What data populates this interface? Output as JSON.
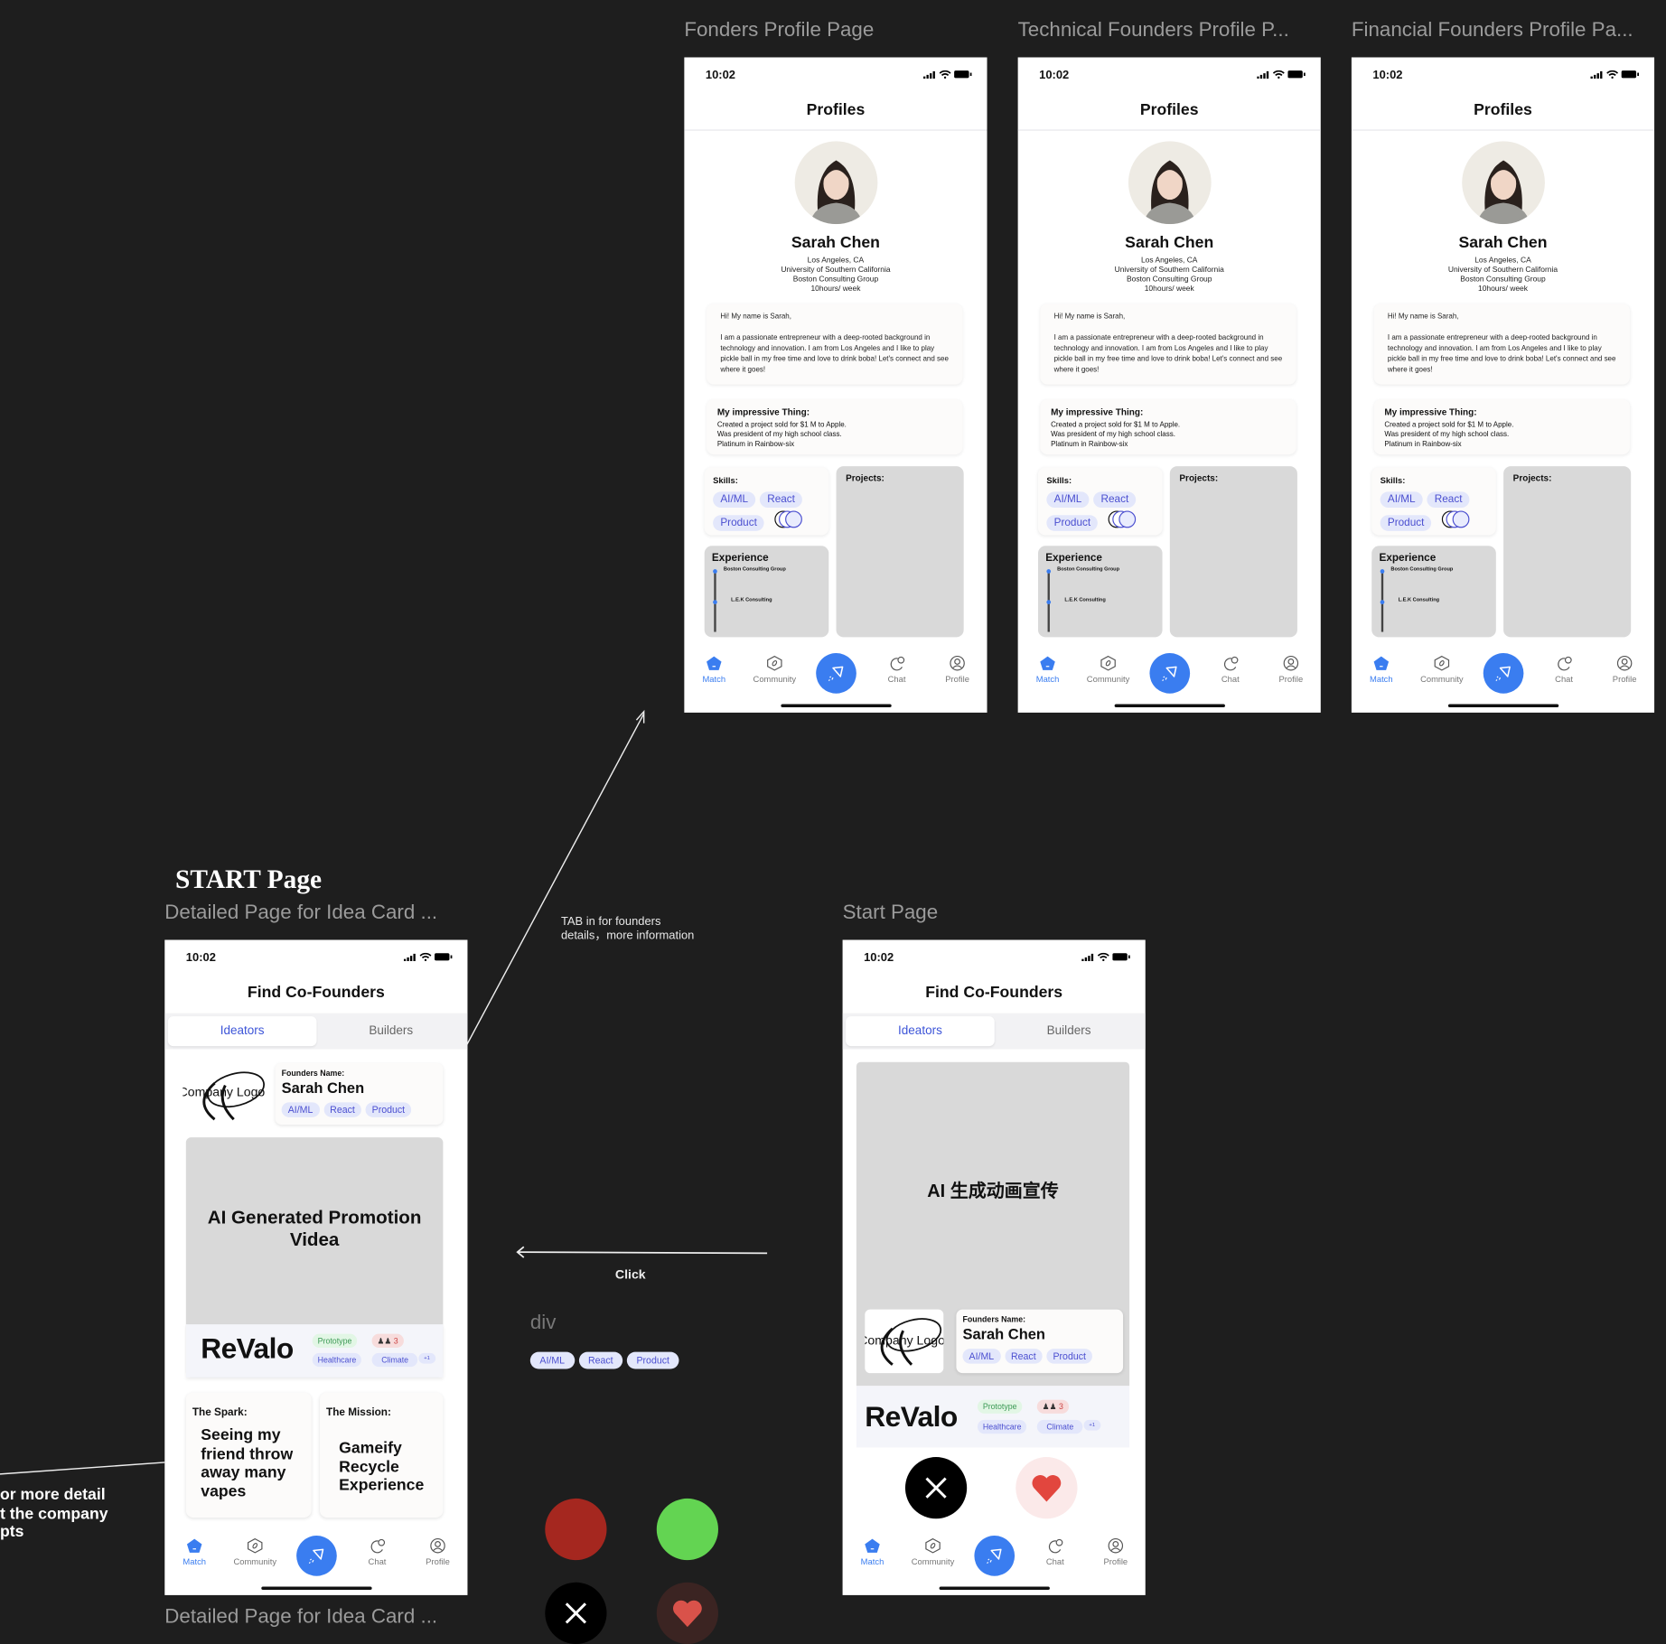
{
  "profile_frames": [
    {
      "frame_title": "Fonders Profile Page"
    },
    {
      "frame_title": "Technical  Founders Profile P..."
    },
    {
      "frame_title": "Financial Founders Profile Pa..."
    }
  ],
  "profile": {
    "time": "10:02",
    "title": "Profiles",
    "name": "Sarah Chen",
    "location": "Los Angeles, CA",
    "school": "University of Southern California",
    "company": "Boston Consulting Group",
    "hours": "10hours/ week",
    "bio_greeting": "Hi! My name is Sarah,",
    "bio_body": "I am a passionate entrepreneur with a deep-rooted background in technology and innovation. I am from Los Angeles and I like to play pickle ball in my free time and love to drink boba! Let's connect and see where it goes!",
    "impressive_title": "My impressive Thing:",
    "impressive_lines": [
      "Created a project sold for $1 M to Apple.",
      "Was president of my high school class.",
      "Platinum in Rainbow-six"
    ],
    "skills_title": "Skills:",
    "skills": [
      "AI/ML",
      "React",
      "Product"
    ],
    "projects_title": "Projects:",
    "experience_title": "Experience",
    "experience": [
      "Boston Consulting Group",
      "L.E.K Consulting"
    ]
  },
  "nav": {
    "items": [
      {
        "label": "Match",
        "icon": "match-icon"
      },
      {
        "label": "Community",
        "icon": "compass-icon"
      },
      {
        "label": "Chat",
        "icon": "chat-icon"
      },
      {
        "label": "Profile",
        "icon": "user-icon"
      }
    ],
    "accent": "#3a7df0"
  },
  "start_frame": {
    "heading": "START Page",
    "frame_title": "Detailed Page for Idea Card ...",
    "frame_title_bottom": "Detailed Page for Idea Card ...",
    "time": "10:02",
    "title": "Find Co-Founders",
    "tabs": [
      "Ideators",
      "Builders"
    ],
    "logo_text": "Company Logo",
    "founders_label": "Founders Name:",
    "founder_name": "Sarah Chen",
    "skills": [
      "AI/ML",
      "React",
      "Product"
    ],
    "video_text": "AI Generated Promotion Videa",
    "brand": "ReValo",
    "stage_tag": "Prototype",
    "team_count": "3",
    "industry_tags": [
      "Healthcare",
      "Climate",
      "+1"
    ],
    "spark_label": "The Spark:",
    "spark_text": "Seeing my friend throw away many vapes",
    "mission_label": "The Mission:",
    "mission_text": "Gameify Recycle Experience"
  },
  "start_page": {
    "frame_title": "Start Page",
    "time": "10:02",
    "title": "Find Co-Founders",
    "tabs": [
      "Ideators",
      "Builders"
    ],
    "video_text": "AI 生成动画宣传",
    "logo_text": "Company Logo",
    "founders_label": "Founders Name:",
    "founder_name": "Sarah Chen",
    "skills": [
      "AI/ML",
      "React",
      "Product"
    ],
    "brand": "ReValo",
    "stage_tag": "Prototype",
    "team_count": "3",
    "industry_tags": [
      "Healthcare",
      "Climate",
      "+1"
    ]
  },
  "annotations": {
    "tab_note_1": "TAB in for founders",
    "tab_note_2": "details，more information",
    "click": "Click",
    "left_note": [
      "or more detail",
      "t the company",
      "pts"
    ]
  },
  "components": {
    "div_label": "div",
    "chips": [
      "AI/ML",
      "React",
      "Product"
    ],
    "colors": {
      "reject": "#a5271f",
      "accept": "#63d452",
      "x_button": "#000000",
      "heart_button": "#3b2422",
      "heart": "#d9524a"
    }
  }
}
